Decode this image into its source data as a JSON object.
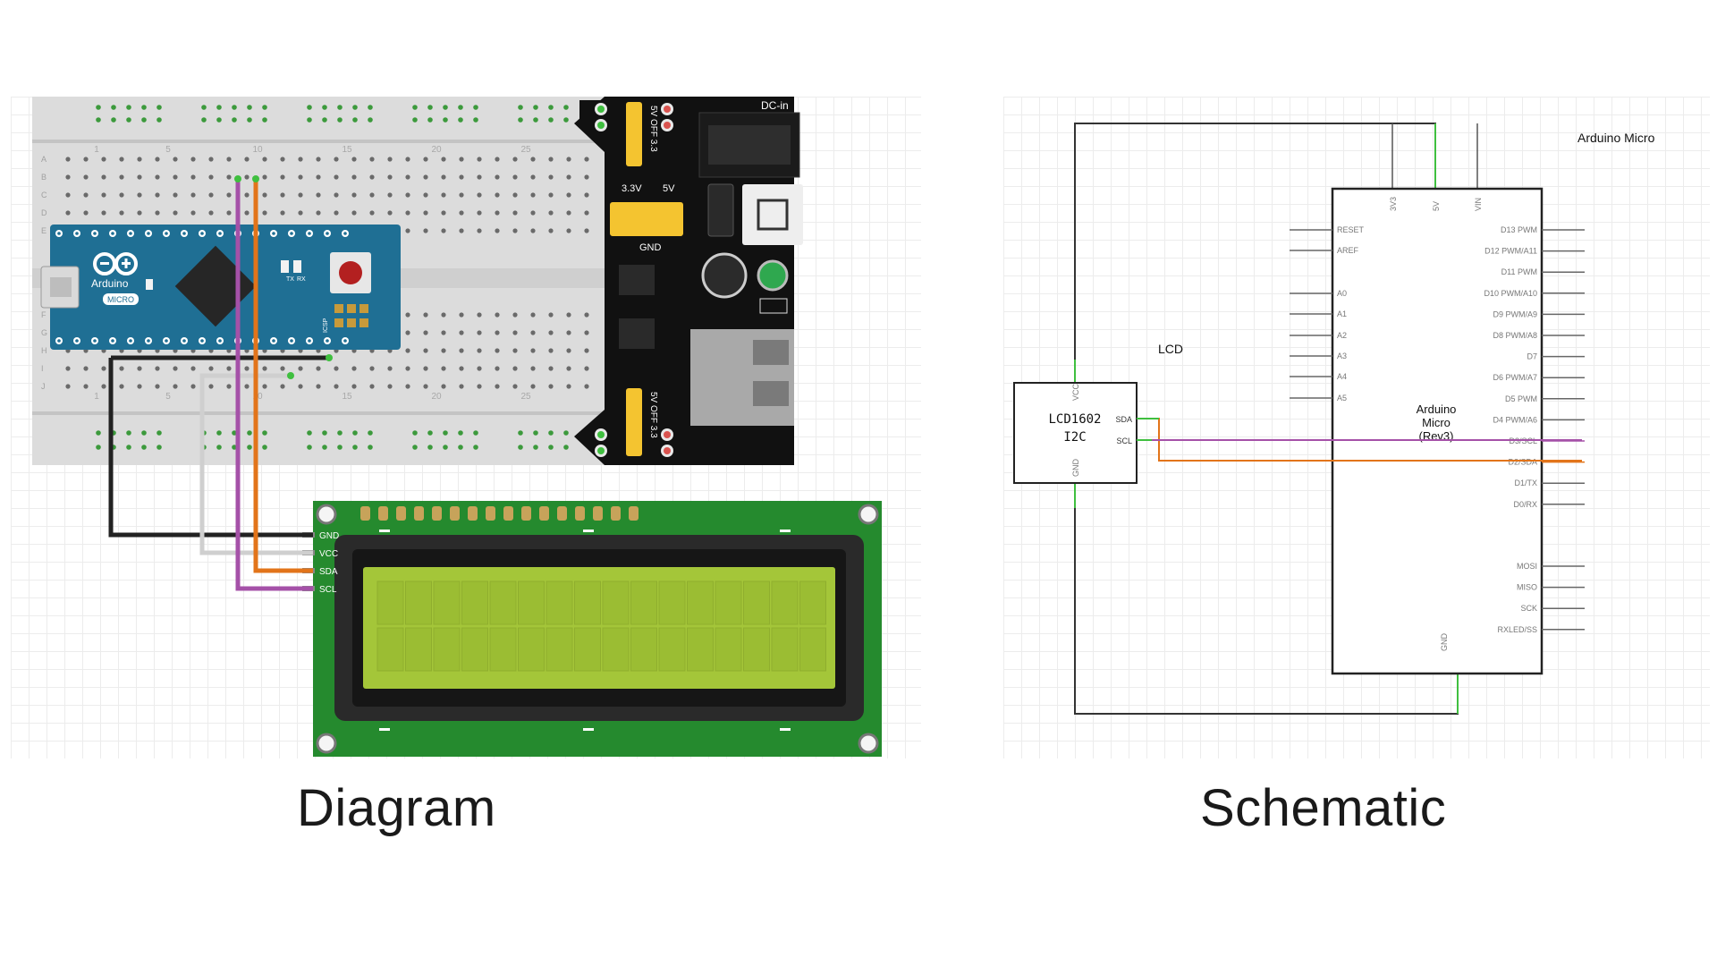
{
  "diagram": {
    "caption": "Diagram",
    "breadboard": {
      "row_letters": [
        "A",
        "B",
        "C",
        "D",
        "E",
        "F",
        "G",
        "H",
        "I",
        "J"
      ],
      "column_numbers": [
        "1",
        "5",
        "10",
        "15",
        "20",
        "25"
      ]
    },
    "arduino": {
      "brand": "Arduino",
      "model": "MICRO",
      "led_tx": "TX",
      "led_rx": "RX",
      "icsp": "ICSP"
    },
    "power_module": {
      "dc_in": "DC-in",
      "top_jumper": "5V OFF 3.3",
      "bottom_jumper": "5V OFF 3.3",
      "header_3v3": "3.3V",
      "header_5v": "5V",
      "gnd": "GND"
    },
    "lcd_pins": [
      "GND",
      "VCC",
      "SDA",
      "SCL"
    ]
  },
  "schematic": {
    "caption": "Schematic",
    "board_title": "Arduino Micro",
    "board_label": [
      "Arduino",
      "Micro",
      "(Rev3)"
    ],
    "top_pins": [
      "3V3",
      "5V",
      "VIN"
    ],
    "bottom_pin": "GND",
    "left_pins": [
      "RESET",
      "AREF",
      "A0",
      "A1",
      "A2",
      "A3",
      "A4",
      "A5"
    ],
    "right_pins": [
      "D13 PWM",
      "D12 PWM/A11",
      "D11 PWM",
      "D10 PWM/A10",
      "D9 PWM/A9",
      "D8 PWM/A8",
      "D7",
      "D6 PWM/A7",
      "D5 PWM",
      "D4 PWM/A6",
      "D3/SCL",
      "D2/SDA",
      "D1/TX",
      "D0/RX",
      "MOSI",
      "MISO",
      "SCK",
      "RXLED/SS"
    ],
    "lcd_label": "LCD",
    "lcd_chip": [
      "LCD1602",
      "I2C"
    ],
    "lcd_pins": {
      "vcc": "VCC",
      "gnd": "GND",
      "sda": "SDA",
      "scl": "SCL"
    }
  },
  "colors": {
    "wire_black": "#222222",
    "wire_white": "#cfcfcf",
    "wire_purple": "#a551a8",
    "wire_orange": "#e2741a",
    "wire_green": "#3fbf3f",
    "arduino_blue": "#1f6f94",
    "lcd_board": "#258a2e",
    "lcd_screen": "#a4c639"
  }
}
